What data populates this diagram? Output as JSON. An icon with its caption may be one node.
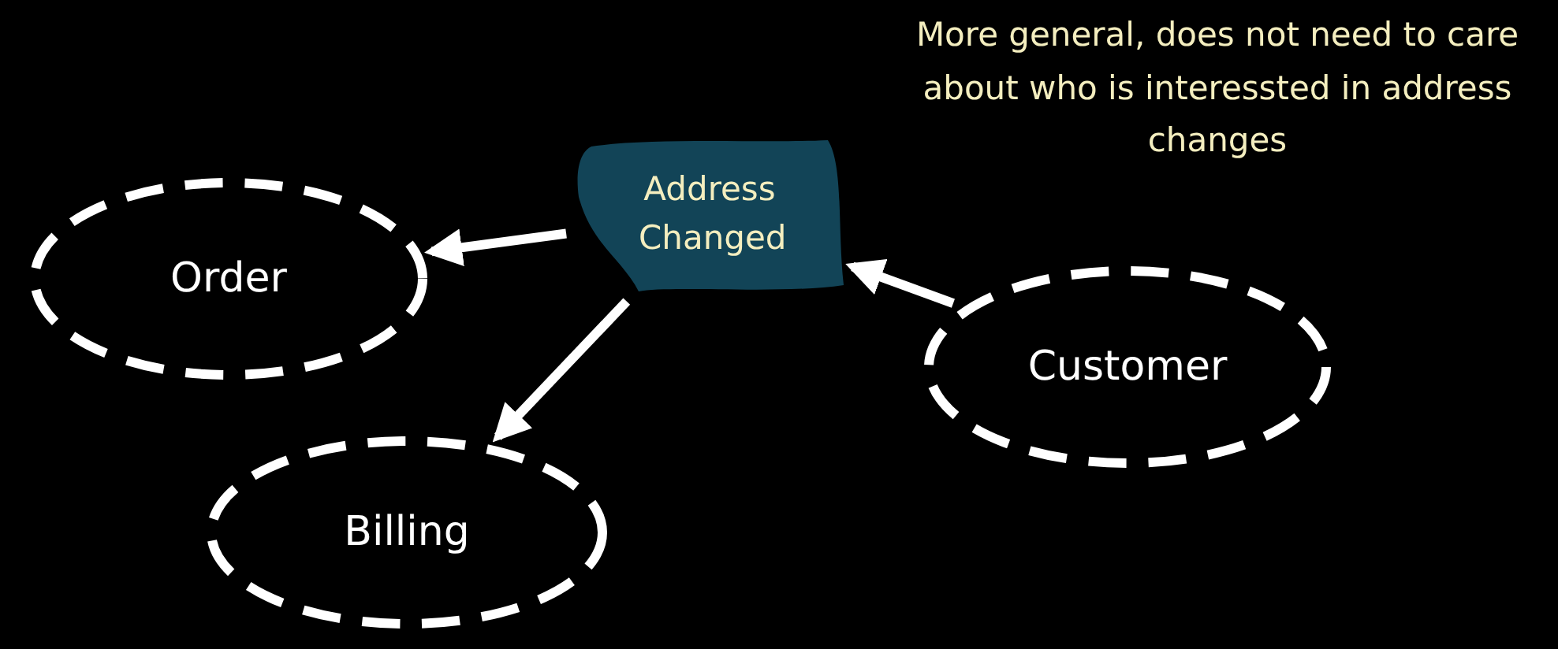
{
  "diagram": {
    "nodes": [
      {
        "text": [
          "Address Changed"
        ]
      },
      {
        "text": [
          "Order"
        ]
      },
      {
        "text": [
          "Customer"
        ]
      },
      {
        "text": [
          "Billing"
        ]
      }
    ],
    "edges": [
      {
        "from": 0,
        "to": 1,
        "arrow": "to"
      },
      {
        "from": 0,
        "to": 3,
        "arrow": "to"
      },
      {
        "from": 2,
        "to": 0,
        "arrow": "to"
      }
    ],
    "labels": [
      "More general, does not need to care about who is interessted in address changes"
    ]
  }
}
